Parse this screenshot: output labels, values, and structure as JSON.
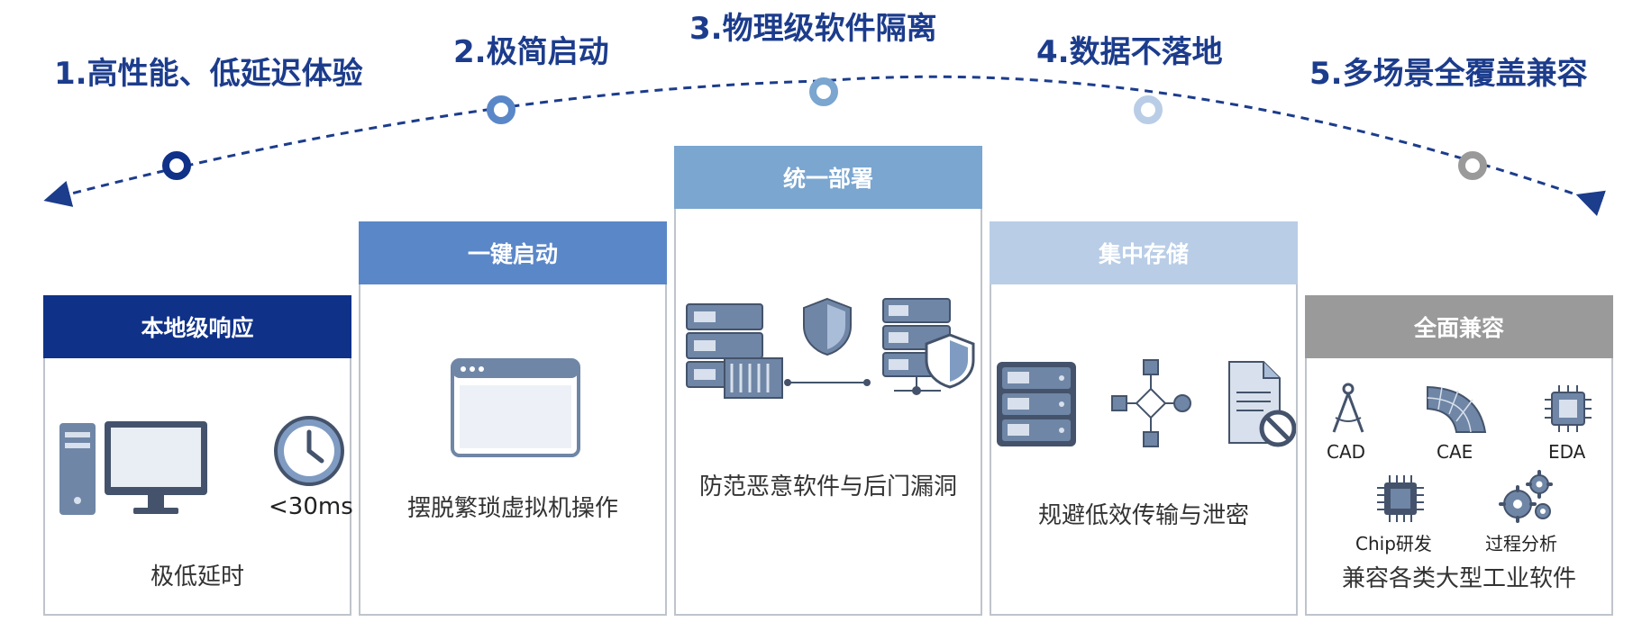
{
  "features": [
    {
      "label": "1.高性能、低延迟体验"
    },
    {
      "label": "2.极简启动"
    },
    {
      "label": "3.物理级软件隔离"
    },
    {
      "label": "4.数据不落地"
    },
    {
      "label": "5.多场景全覆盖兼容"
    }
  ],
  "cards": [
    {
      "header": "本地级响应",
      "caption": "极低延时",
      "latency": "<30ms"
    },
    {
      "header": "一键启动",
      "caption": "摆脱繁琐虚拟机操作"
    },
    {
      "header": "统一部署",
      "caption": "防范恶意软件与后门漏洞"
    },
    {
      "header": "集中存储",
      "caption": "规避低效传输与泄密"
    },
    {
      "header": "全面兼容",
      "caption": "兼容各类大型工业软件",
      "software": [
        "CAD",
        "CAE",
        "EDA",
        "Chip研发",
        "过程分析"
      ]
    }
  ],
  "colors": {
    "feature_text": "#1c3c8c",
    "card1": "#0f3188",
    "card2": "#5a87c8",
    "card3": "#7aa6d0",
    "card4": "#b9cde6",
    "card5": "#9a9a9a",
    "node1": "#0f3188",
    "node2": "#5a87c8",
    "node3": "#7aa6d0",
    "node4": "#b9cde6",
    "node5": "#9a9a9a",
    "arc": "#1c3c8c",
    "icon_fill": "#6f86a6",
    "icon_dark": "#44536b"
  }
}
